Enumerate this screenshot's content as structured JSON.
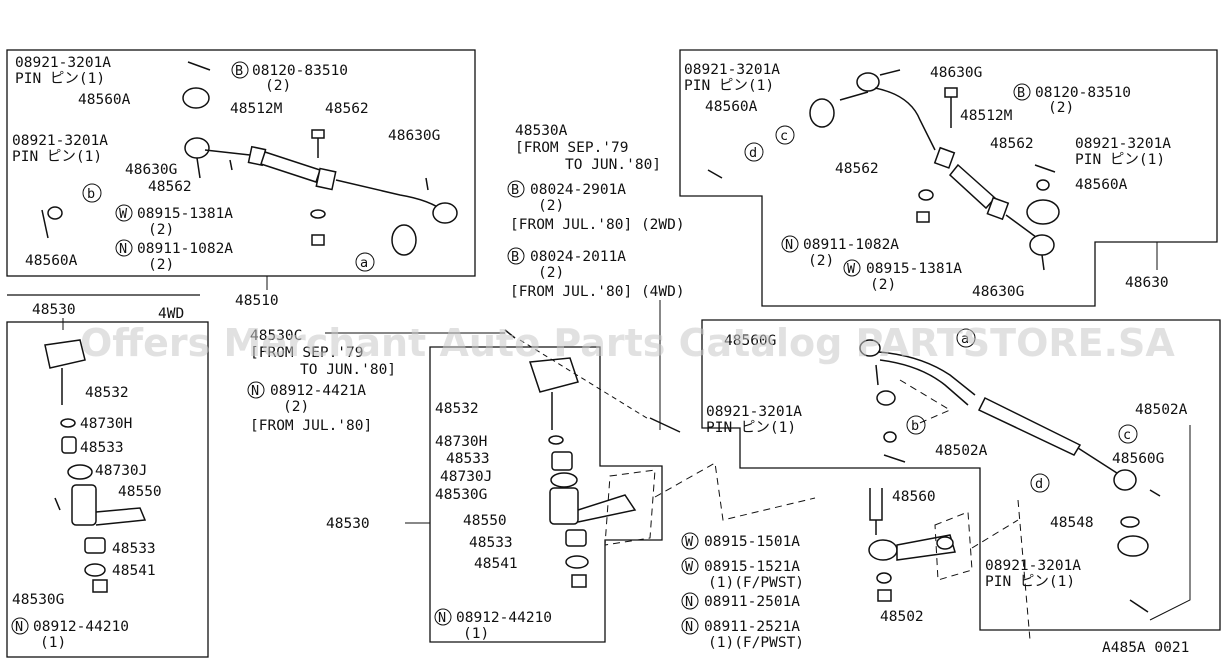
{
  "watermark": "Offers Merchant Auto Parts Catalog PARTSTORE.SA",
  "figure_code": "A485A 0021",
  "panels": {
    "p48510": {
      "ref": "48510",
      "labels": {
        "pin_part": "08921-3201A",
        "pin_name": "PIN ピン(1)",
        "bolt_code": "08120-83510",
        "bolt_qty": "(2)",
        "end1": "48560A",
        "sleeve": "48512M",
        "clamp": "48562",
        "pin_part2": "08921-3201A",
        "pin_name2": "PIN ピン(1)",
        "nut1": "48630G",
        "clamp2": "48562",
        "nut2": "48630G",
        "washer_code": "08915-1381A",
        "washer_qty": "(2)",
        "nut_code": "08911-1082A",
        "nut_qty": "(2)",
        "end2": "48560A"
      }
    },
    "p48630": {
      "ref": "48630",
      "labels": {
        "pin_part": "08921-3201A",
        "pin_name": "PIN ピン(1)",
        "nut1": "48630G",
        "bolt_code": "08120-83510",
        "bolt_qty": "(2)",
        "end1": "48560A",
        "sleeve": "48512M",
        "clamp1": "48562",
        "clamp2": "48562",
        "pin_part2": "08921-3201A",
        "pin_name2": "PIN ピン(1)",
        "end2": "48560A",
        "nut_code": "08911-1082A",
        "nut_qty": "(2)",
        "washer_code": "08915-1381A",
        "washer_qty": "(2)",
        "nut2": "48630G"
      }
    },
    "p4wd": {
      "title": "48530",
      "tag": "4WD",
      "labels": {
        "arm": "48532",
        "seal1": "48730H",
        "bush1": "48533",
        "seal2": "48730J",
        "bracket": "48550",
        "bush2": "48533",
        "washer": "48541",
        "grease": "48530G",
        "nut_code": "08912-44210",
        "nut_qty": "(1)"
      }
    },
    "mid": {
      "b1_part": "48530A",
      "b1_from": "[FROM SEP.'79",
      "b1_to": "TO JUN.'80]",
      "b2_code": "08024-2901A",
      "b2_qty": "(2)",
      "b2_note": "[FROM JUL.'80] (2WD)",
      "b3_code": "08024-2011A",
      "b3_qty": "(2)",
      "b3_note": "[FROM JUL.'80] (4WD)",
      "c_part": "48530C",
      "c_from": "[FROM SEP.'79",
      "c_to": "TO JUN.'80]",
      "n_code": "08912-4421A",
      "n_qty": "(2)",
      "n_note": "[FROM JUL.'80]"
    },
    "p48530": {
      "ref": "48530",
      "labels": {
        "arm": "48532",
        "seal1": "48730H",
        "bush1": "48533",
        "seal2": "48730J",
        "grease": "48530G",
        "bracket": "48550",
        "bush2": "48533",
        "washer": "48541",
        "nut_code": "08912-44210",
        "nut_qty": "(1)"
      }
    },
    "p48502": {
      "labels": {
        "top": "48560G",
        "pin_part": "08921-3201A",
        "pin_name": "PIN ピン(1)",
        "ref_a": "48502A",
        "ref_b": "48502A",
        "end": "48560G",
        "end2": "48560",
        "seal": "48548",
        "w1_code": "08915-1501A",
        "w2_code": "08915-1521A",
        "w2_note": "(1)(F/PWST)",
        "n1_code": "08911-2501A",
        "n2_code": "08911-2521A",
        "n2_note": "(1)(F/PWST)",
        "arm": "48502",
        "pin_part2": "08921-3201A",
        "pin_name2": "PIN ピン(1)"
      }
    }
  },
  "markers": {
    "B": "B",
    "W": "W",
    "N": "N",
    "a": "a",
    "b": "b",
    "c": "c",
    "d": "d"
  }
}
